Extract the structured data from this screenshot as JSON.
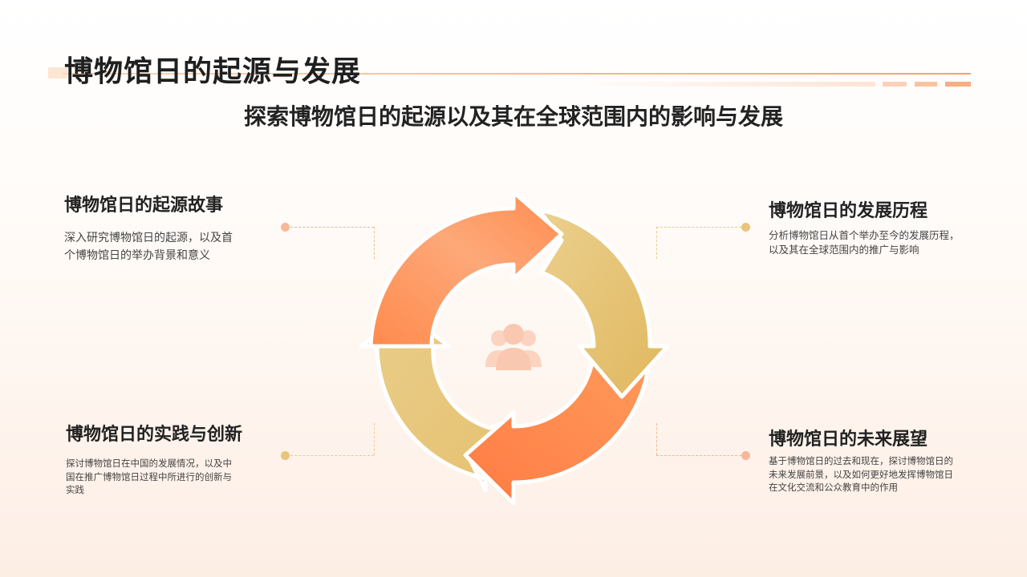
{
  "header": {
    "title": "博物馆日的起源与发展",
    "subtitle": "探索博物馆日的起源以及其在全球范围内的影响与发展"
  },
  "items": [
    {
      "title": "博物馆日的起源故事",
      "desc_lines": [
        "深入研究博物馆日的起源，以及首",
        "个博物馆日的举办背景和意义"
      ]
    },
    {
      "title": "博物馆日的发展历程",
      "desc_lines": [
        "分析博物馆日从首个举办至今的发展历程，",
        "以及其在全球范围内的推广与影响"
      ]
    },
    {
      "title": "博物馆日的实践与创新",
      "desc_lines": [
        "探讨博物馆日在中国的发展情况，以及中",
        "国在推广博物馆日过程中所进行的创新与",
        "实践"
      ]
    },
    {
      "title": "博物馆日的未来展望",
      "desc_lines": [
        "基于博物馆日的过去和现在，探讨博物馆日的",
        "未来发展前景，以及如何更好地发挥博物馆日",
        "在文化交流和公众教育中的作用"
      ]
    }
  ],
  "colors": {
    "orange": "#ff8c4f",
    "orange_light": "#fda678",
    "gold": "#e3bf68",
    "gold_light": "#ebd08e",
    "center_icon": "#f9c8b0"
  },
  "icons": {
    "center": "people-group-icon"
  }
}
